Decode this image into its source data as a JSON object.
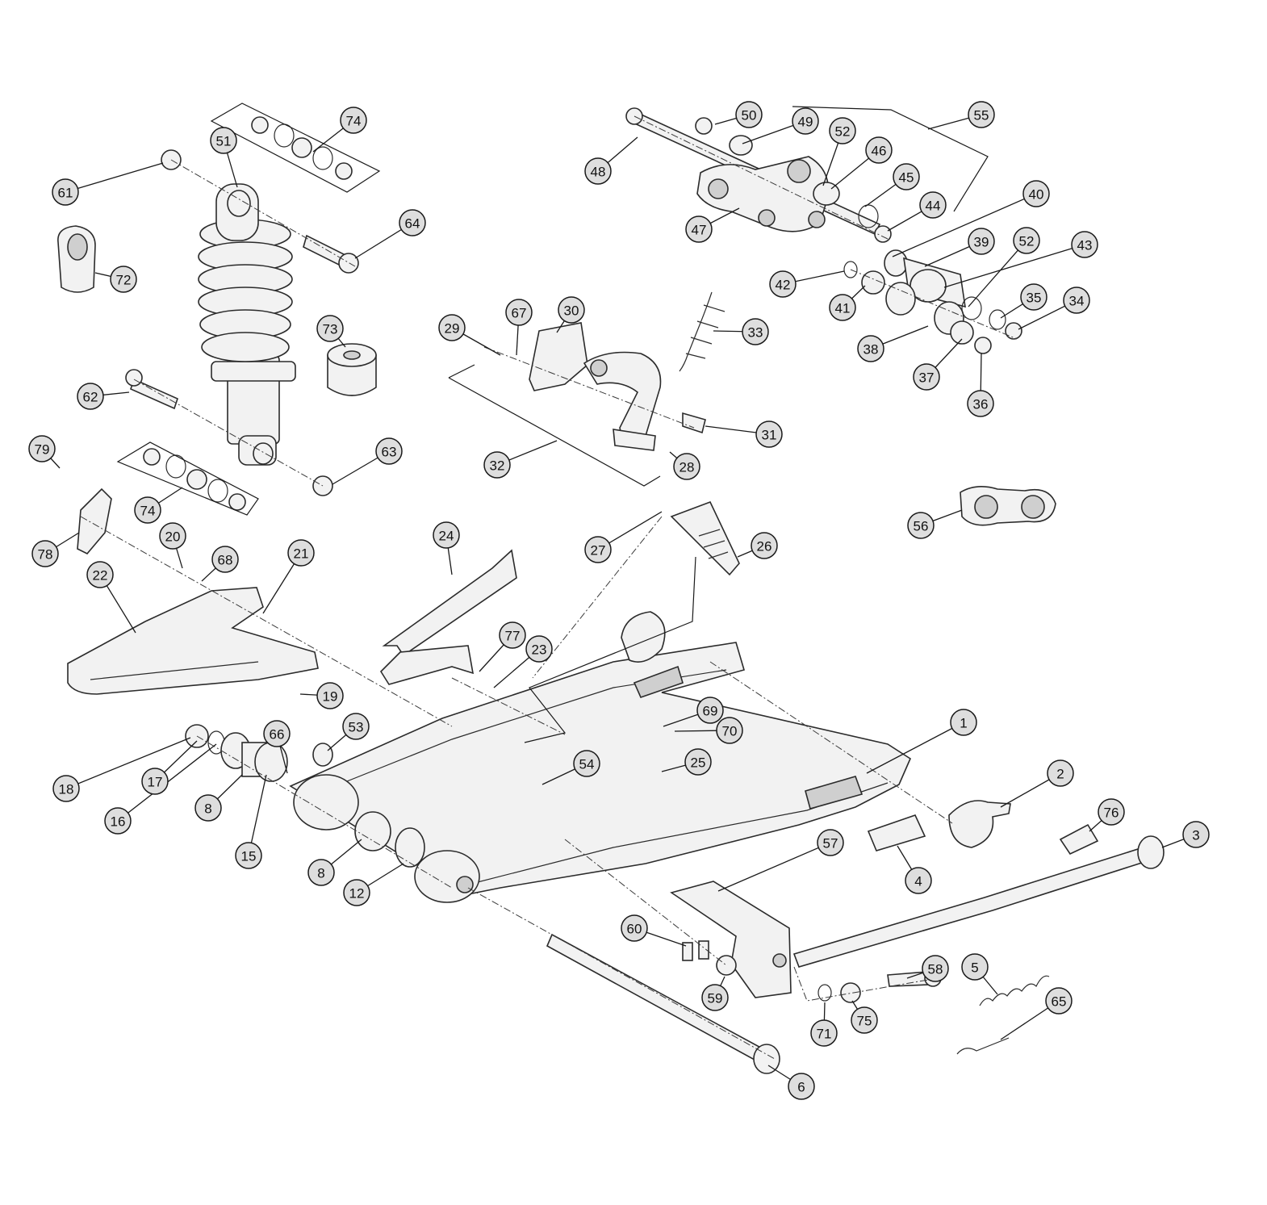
{
  "diagram": {
    "background": "#ffffff",
    "callout_fill": "#dedede",
    "line_color": "#1a1a1a",
    "callouts": [
      {
        "label": "1"
      },
      {
        "label": "2"
      },
      {
        "label": "3"
      },
      {
        "label": "4"
      },
      {
        "label": "5"
      },
      {
        "label": "6"
      },
      {
        "label": "8"
      },
      {
        "label": "8"
      },
      {
        "label": "12"
      },
      {
        "label": "15"
      },
      {
        "label": "16"
      },
      {
        "label": "17"
      },
      {
        "label": "18"
      },
      {
        "label": "19"
      },
      {
        "label": "20"
      },
      {
        "label": "21"
      },
      {
        "label": "22"
      },
      {
        "label": "23"
      },
      {
        "label": "24"
      },
      {
        "label": "25"
      },
      {
        "label": "26"
      },
      {
        "label": "27"
      },
      {
        "label": "28"
      },
      {
        "label": "29"
      },
      {
        "label": "30"
      },
      {
        "label": "31"
      },
      {
        "label": "32"
      },
      {
        "label": "33"
      },
      {
        "label": "34"
      },
      {
        "label": "35"
      },
      {
        "label": "36"
      },
      {
        "label": "37"
      },
      {
        "label": "38"
      },
      {
        "label": "39"
      },
      {
        "label": "40"
      },
      {
        "label": "41"
      },
      {
        "label": "42"
      },
      {
        "label": "43"
      },
      {
        "label": "44"
      },
      {
        "label": "45"
      },
      {
        "label": "46"
      },
      {
        "label": "47"
      },
      {
        "label": "48"
      },
      {
        "label": "49"
      },
      {
        "label": "50"
      },
      {
        "label": "51"
      },
      {
        "label": "52"
      },
      {
        "label": "52"
      },
      {
        "label": "53"
      },
      {
        "label": "54"
      },
      {
        "label": "55"
      },
      {
        "label": "56"
      },
      {
        "label": "57"
      },
      {
        "label": "58"
      },
      {
        "label": "59"
      },
      {
        "label": "60"
      },
      {
        "label": "61"
      },
      {
        "label": "62"
      },
      {
        "label": "63"
      },
      {
        "label": "64"
      },
      {
        "label": "65"
      },
      {
        "label": "66"
      },
      {
        "label": "67"
      },
      {
        "label": "68"
      },
      {
        "label": "69"
      },
      {
        "label": "70"
      },
      {
        "label": "71"
      },
      {
        "label": "72"
      },
      {
        "label": "73"
      },
      {
        "label": "74"
      },
      {
        "label": "74"
      },
      {
        "label": "75"
      },
      {
        "label": "76"
      },
      {
        "label": "77"
      },
      {
        "label": "78"
      },
      {
        "label": "79"
      }
    ]
  }
}
